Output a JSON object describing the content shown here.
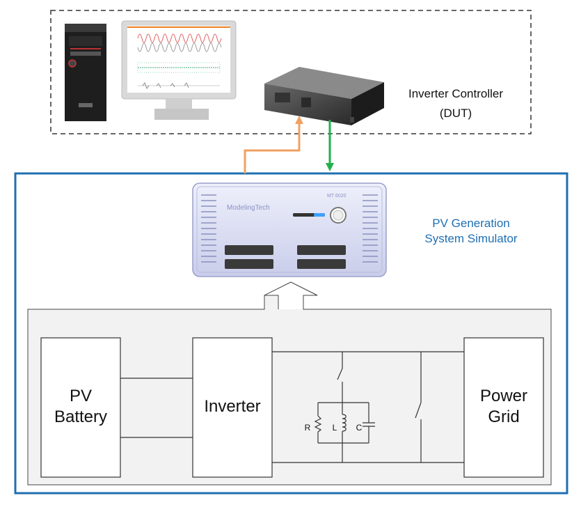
{
  "dut": {
    "title_line1": "Inverter Controller",
    "title_line2": "(DUT)"
  },
  "simulator": {
    "title_line1": "PV Generation",
    "title_line2": "System Simulator",
    "device_brand": "ModelingTech",
    "device_model": "MT 6020"
  },
  "blocks": {
    "pv_line1": "PV",
    "pv_line2": "Battery",
    "inverter": "Inverter",
    "grid_line1": "Power",
    "grid_line2": "Grid"
  },
  "components": {
    "r": "R",
    "l": "L",
    "c": "C"
  },
  "colors": {
    "simulator_border": "#1f6fb2",
    "simulator_text": "#1f6fb2",
    "orange_arrow": "#f0a060",
    "green_arrow": "#22b04a"
  }
}
